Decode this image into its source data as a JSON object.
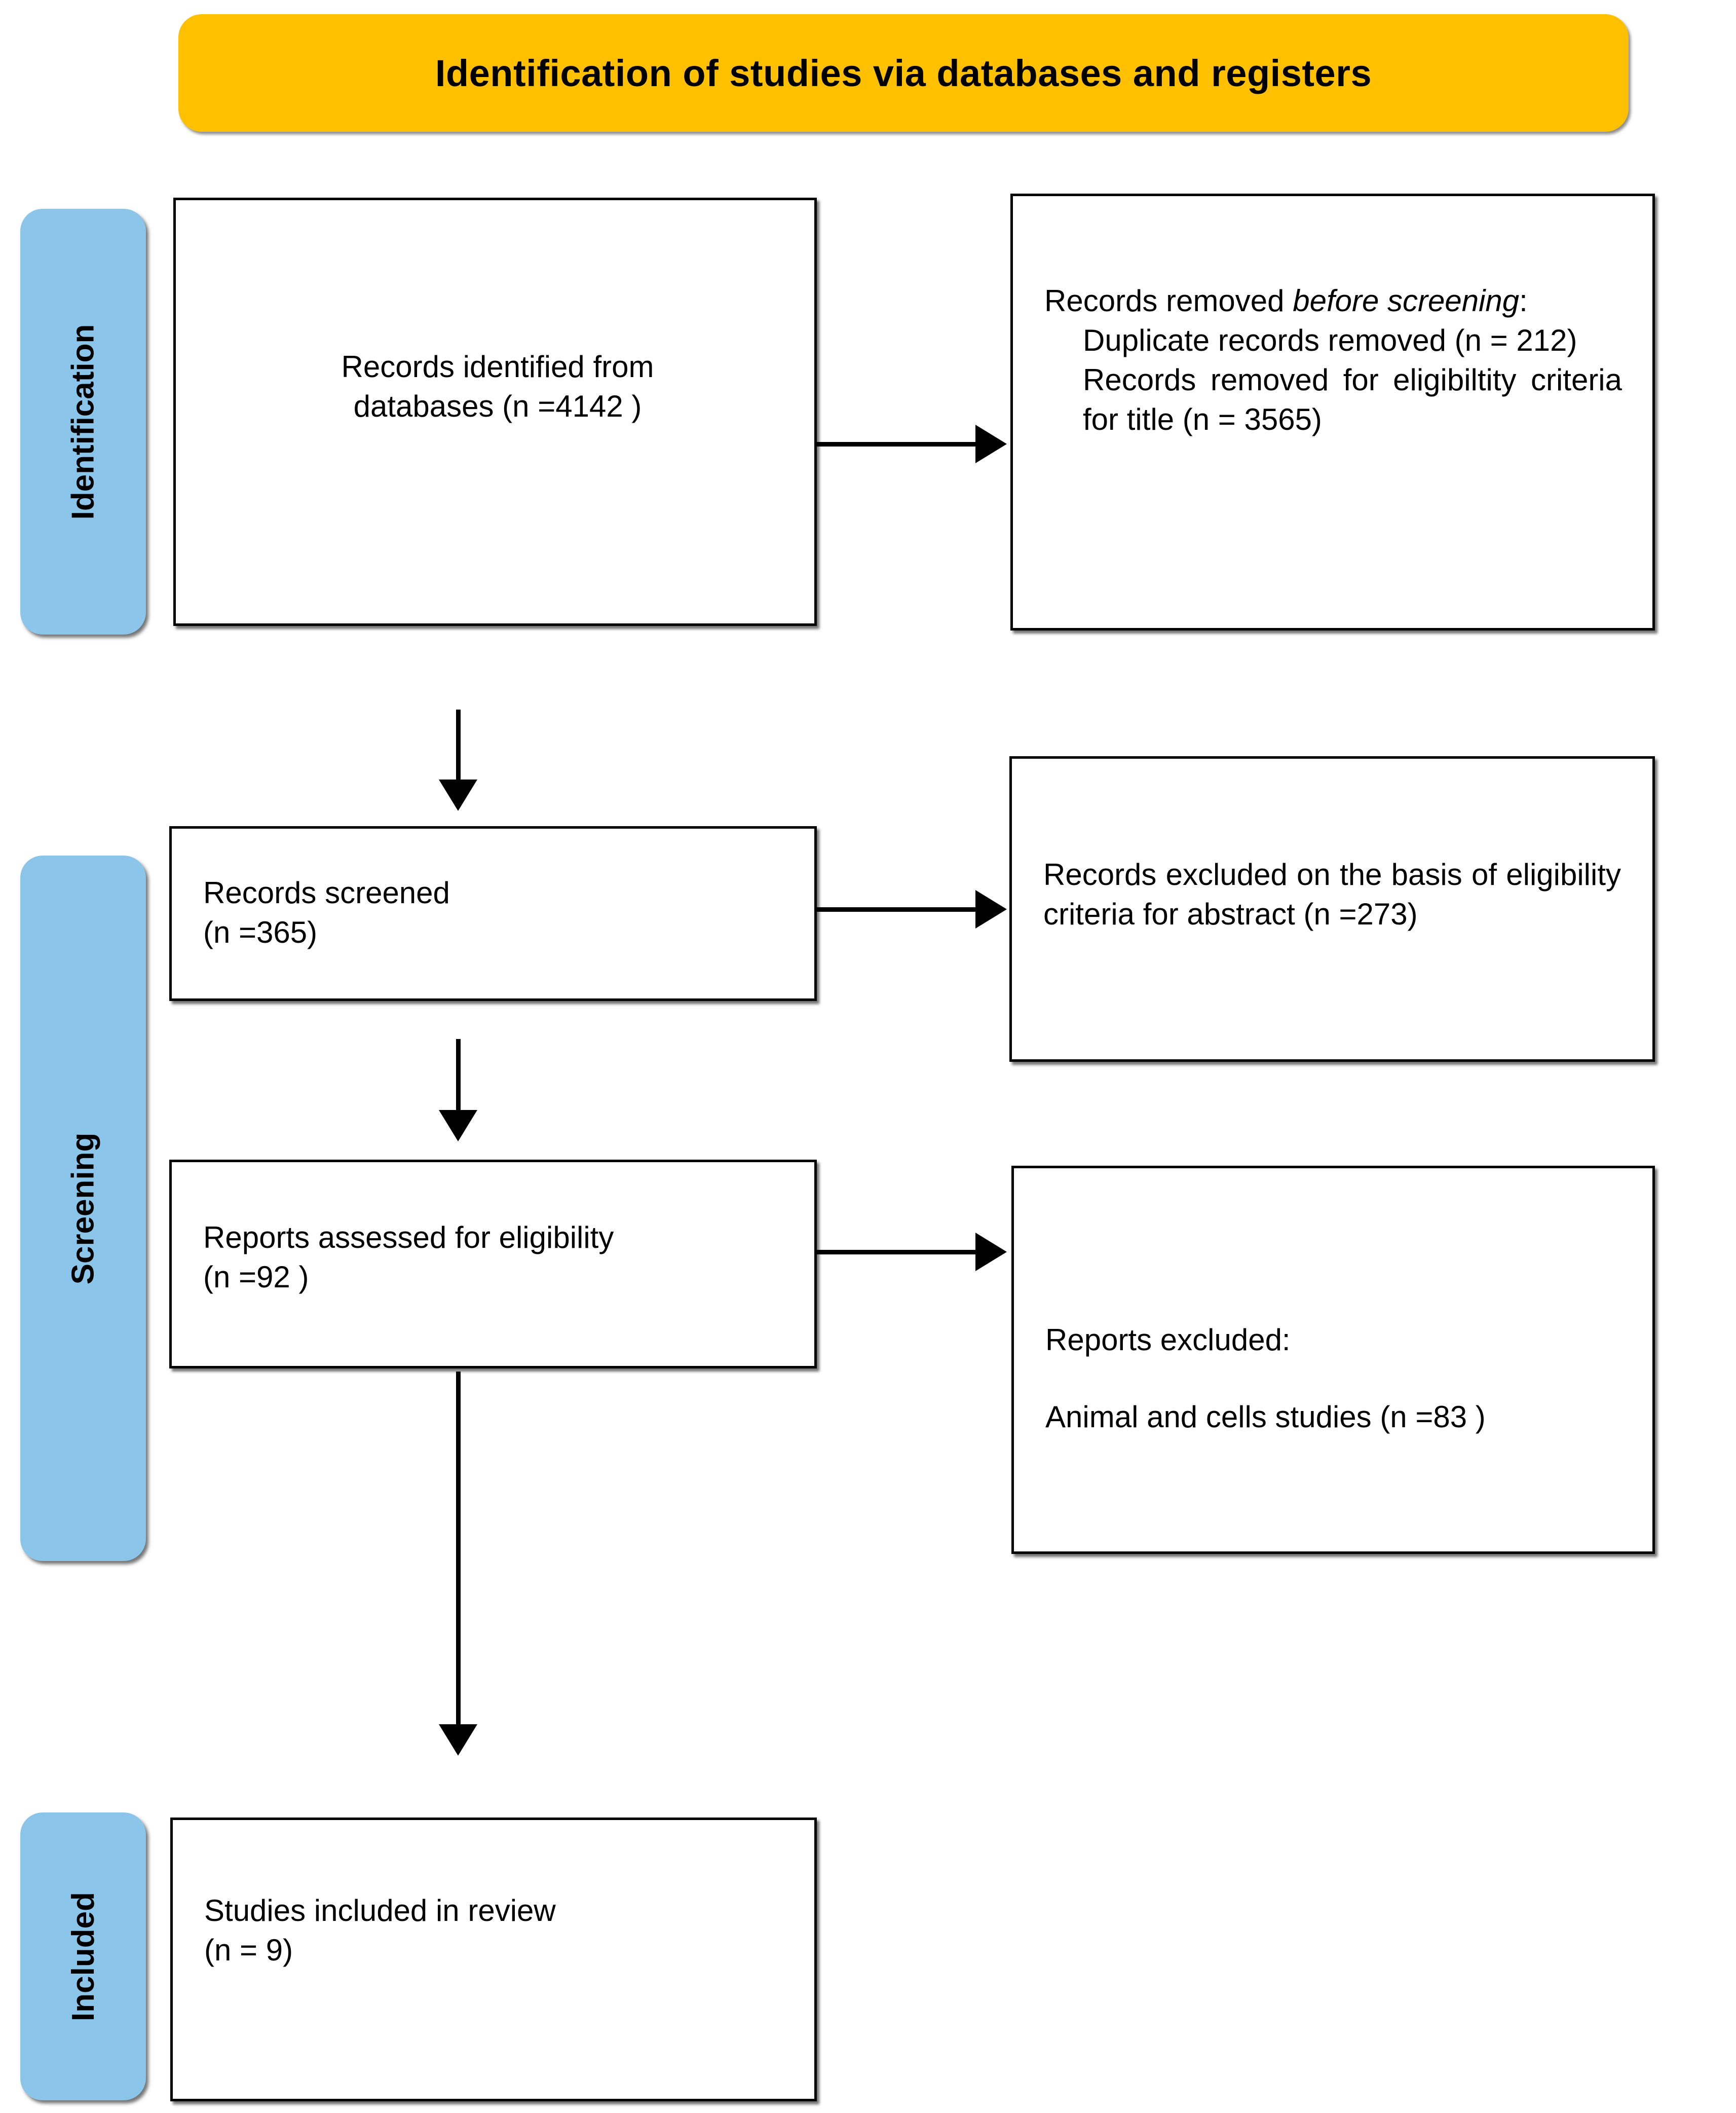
{
  "banner": {
    "title": "Identification of studies via databases and registers"
  },
  "stages": [
    {
      "label": "Identification"
    },
    {
      "label": "Screening"
    },
    {
      "label": "Included"
    }
  ],
  "boxes": {
    "identified": {
      "line1": "Records identified from",
      "line2": "databases (n =4142 )"
    },
    "removed_before_screening": {
      "heading_prefix": "Records removed ",
      "heading_italic": "before screening",
      "heading_suffix": ":",
      "item1": "Duplicate records removed (n = 212)",
      "item2": "Records removed for eligibiltity criteria for title (n = 3565)"
    },
    "screened": {
      "line1": "Records screened",
      "line2": "(n =365)"
    },
    "excluded_abstract": {
      "text": "Records excluded on the basis of eligibility criteria for abstract (n =273)"
    },
    "assessed": {
      "line1": "Reports assessed for eligibility",
      "line2": "(n =92 )"
    },
    "reports_excluded": {
      "line1": "Reports excluded:",
      "line2": "Animal and cells studies (n =83 )"
    },
    "included": {
      "line1": "Studies included in review",
      "line2": "(n = 9)"
    }
  },
  "colors": {
    "banner_fill": "#FFC000",
    "stage_fill": "#8CC5EA",
    "box_border": "#000000",
    "box_fill": "#FFFFFF",
    "arrow": "#000000",
    "text": "#000000"
  }
}
